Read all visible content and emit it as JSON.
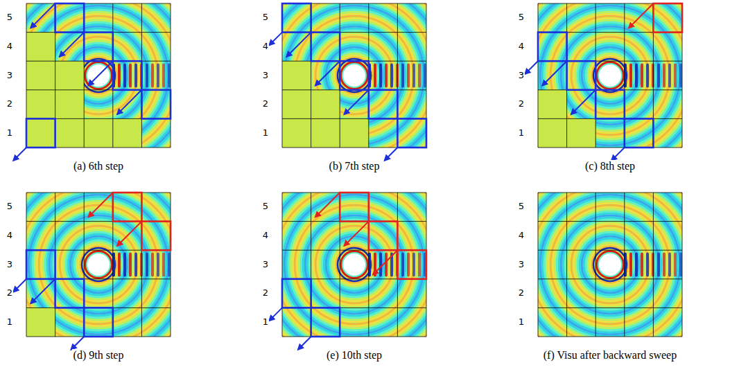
{
  "diagram": {
    "labels": [
      "5",
      "4",
      "3",
      "2",
      "1",
      "(a) 6th step",
      "5",
      "4",
      "3",
      "2",
      "1",
      "(b) 7th step",
      "5",
      "4",
      "3",
      "2",
      "1",
      "(c) 8th step",
      "5",
      "4",
      "3",
      "2",
      "1",
      "(d) 9th step",
      "5",
      "4",
      "3",
      "2",
      "1",
      "(e) 10th step",
      "5",
      "4",
      "3",
      "2",
      "1",
      "(f) Visu after backward sweep"
    ]
  }
}
